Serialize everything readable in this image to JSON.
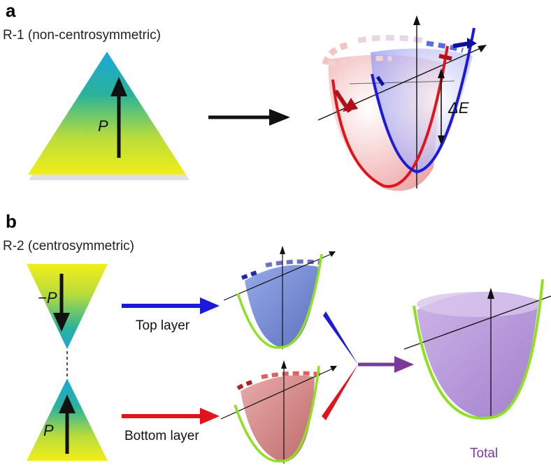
{
  "panel_a": {
    "letter": "a",
    "title": "R-1 (non-centrosymmetric)",
    "polarization_label": "P",
    "energy_gap_label": "ΔE"
  },
  "panel_b": {
    "letter": "b",
    "title": "R-2 (centrosymmetric)",
    "top_polarization_label": "−P",
    "bottom_polarization_label": "P",
    "top_layer_label": "Top layer",
    "bottom_layer_label": "Bottom layer",
    "total_label": "Total"
  },
  "colors": {
    "red_band": "#e0141c",
    "blue_band": "#1a1ad8",
    "green_band": "#8fe020",
    "purple_arrow": "#7a3a9c",
    "triangle_top": "#1aa6d8",
    "triangle_bottom": "#f2ee1a"
  }
}
